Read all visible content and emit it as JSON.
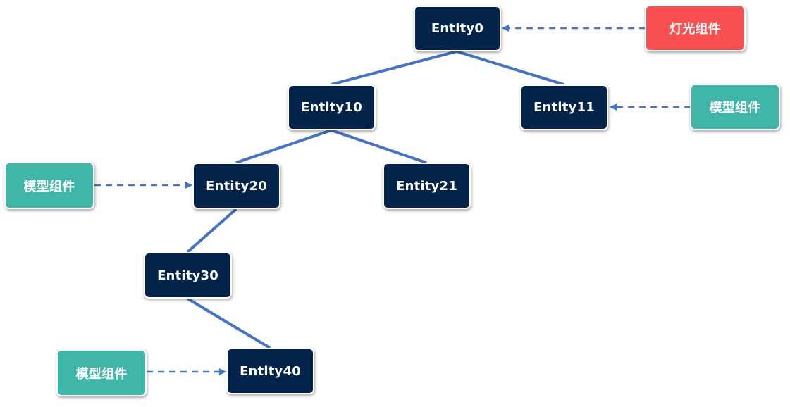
{
  "colors": {
    "entity": "#03234b",
    "model_component": "#3fb6a7",
    "light_component": "#fa4f51",
    "edge": "#4472c4"
  },
  "entities": [
    {
      "id": "e0",
      "label": "Entity0"
    },
    {
      "id": "e10",
      "label": "Entity10"
    },
    {
      "id": "e11",
      "label": "Entity11"
    },
    {
      "id": "e20",
      "label": "Entity20"
    },
    {
      "id": "e21",
      "label": "Entity21"
    },
    {
      "id": "e30",
      "label": "Entity30"
    },
    {
      "id": "e40",
      "label": "Entity40"
    }
  ],
  "components": [
    {
      "id": "c_light",
      "label": "灯光组件",
      "type": "light",
      "target": "e0"
    },
    {
      "id": "c_m11",
      "label": "模型组件",
      "type": "model",
      "target": "e11"
    },
    {
      "id": "c_m20",
      "label": "模型组件",
      "type": "model",
      "target": "e20"
    },
    {
      "id": "c_m40",
      "label": "模型组件",
      "type": "model",
      "target": "e40"
    }
  ],
  "edges": [
    {
      "from": "e0",
      "to": "e10"
    },
    {
      "from": "e0",
      "to": "e11"
    },
    {
      "from": "e10",
      "to": "e20"
    },
    {
      "from": "e10",
      "to": "e21"
    },
    {
      "from": "e20",
      "to": "e30"
    },
    {
      "from": "e30",
      "to": "e40"
    }
  ]
}
